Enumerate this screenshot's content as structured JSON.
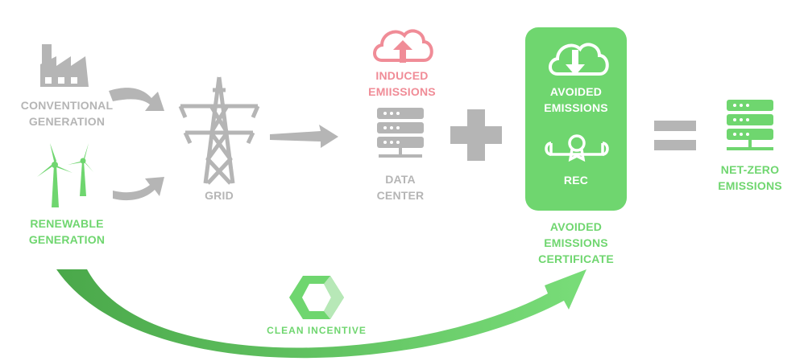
{
  "conventional": {
    "line1": "CONVENTIONAL",
    "line2": "GENERATION"
  },
  "renewable": {
    "line1": "RENEWABLE",
    "line2": "GENERATION"
  },
  "grid": {
    "label": "GRID"
  },
  "induced": {
    "line1": "INDUCED",
    "line2": "EMIISSIONS"
  },
  "datacenter": {
    "line1": "DATA",
    "line2": "CENTER"
  },
  "avoided_box": {
    "line1": "AVOIDED",
    "line2": "EMISSIONS",
    "rec": "REC"
  },
  "certificate": {
    "line1": "AVOIDED",
    "line2": "EMISSIONS",
    "line3": "CERTIFICATE"
  },
  "netzero": {
    "line1": "NET-ZERO",
    "line2": "EMISSIONS"
  },
  "clean_incentive": {
    "label": "CLEAN INCENTIVE"
  },
  "icons": [
    "factory-icon",
    "wind-turbine-icon",
    "transmission-tower-icon",
    "cloud-upload-icon",
    "server-rack-icon",
    "plus-icon",
    "cloud-download-icon",
    "certificate-scroll-icon",
    "equals-icon",
    "hexagon-logo-icon"
  ],
  "colors": {
    "green": "#6fd66f",
    "dark_green": "#4aa84a",
    "gray": "#b5b5b5",
    "pink": "#f08c97"
  }
}
